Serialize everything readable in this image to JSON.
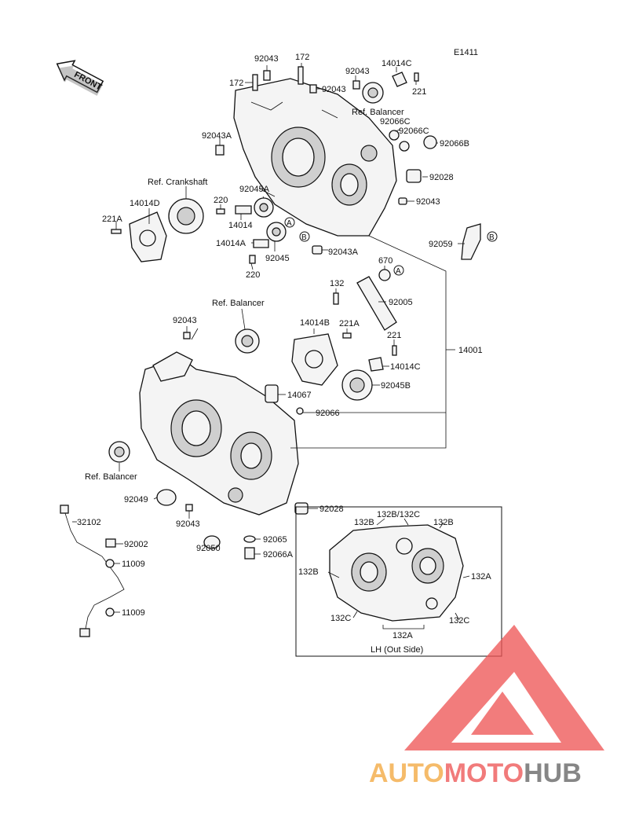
{
  "diagram_code": "E1411",
  "front_label": "FRONT",
  "watermark": {
    "auto": "AUTO",
    "moto": "MOTO",
    "hub": "HUB",
    "colors": {
      "auto": "#f5b45a",
      "moto": "#f06d6d",
      "hub": "#7a7a7a",
      "triangle": "#ef5555"
    }
  },
  "callouts": {
    "p_92043_top": "92043",
    "p_172_top": "172",
    "p_172_left": "172",
    "p_92043_mid": "92043",
    "p_92043_mid2": "92043",
    "p_14014c_top": "14014C",
    "p_221_top": "221",
    "ref_balancer_top": "Ref. Balancer",
    "p_92066c_a": "92066C",
    "p_92066c_b": "92066C",
    "p_92066b": "92066B",
    "p_92043a_top": "92043A",
    "p_92028_top": "92028",
    "ref_crankshaft": "Ref. Crankshaft",
    "p_14014d": "14014D",
    "p_220_top": "220",
    "p_92045a": "92045A",
    "p_92043_right": "92043",
    "p_221a_left": "221A",
    "p_14014": "14014",
    "p_14014a": "14014A",
    "p_92045": "92045",
    "p_92043a_bot": "92043A",
    "p_92059": "92059",
    "p_220_bot": "220",
    "p_670": "670",
    "p_132": "132",
    "p_92005": "92005",
    "ref_balancer_mid": "Ref. Balancer",
    "p_92043_left": "92043",
    "p_14014b": "14014B",
    "p_221a_mid": "221A",
    "p_221_mid": "221",
    "p_14001": "14001",
    "p_14014c_mid": "14014C",
    "p_92045b": "92045B",
    "p_14067": "14067",
    "p_92066": "92066",
    "ref_balancer_low": "Ref. Balancer",
    "p_92049": "92049",
    "p_92043_low": "92043",
    "p_92028_low": "92028",
    "p_32102": "32102",
    "p_92002": "92002",
    "p_11009_a": "11009",
    "p_92050": "92050",
    "p_92065": "92065",
    "p_92066a": "92066A",
    "p_11009_b": "11009"
  },
  "markers": {
    "a1": "A",
    "a2": "A",
    "b1": "B",
    "b2": "B"
  },
  "inset": {
    "p_132b_132c": "132B/132C",
    "p_132b_l": "132B",
    "p_132b_r": "132B",
    "p_132b_side": "132B",
    "p_132a_r": "132A",
    "p_132c_l": "132C",
    "p_132c_r": "132C",
    "p_132a_b": "132A",
    "caption": "LH (Out Side)"
  }
}
